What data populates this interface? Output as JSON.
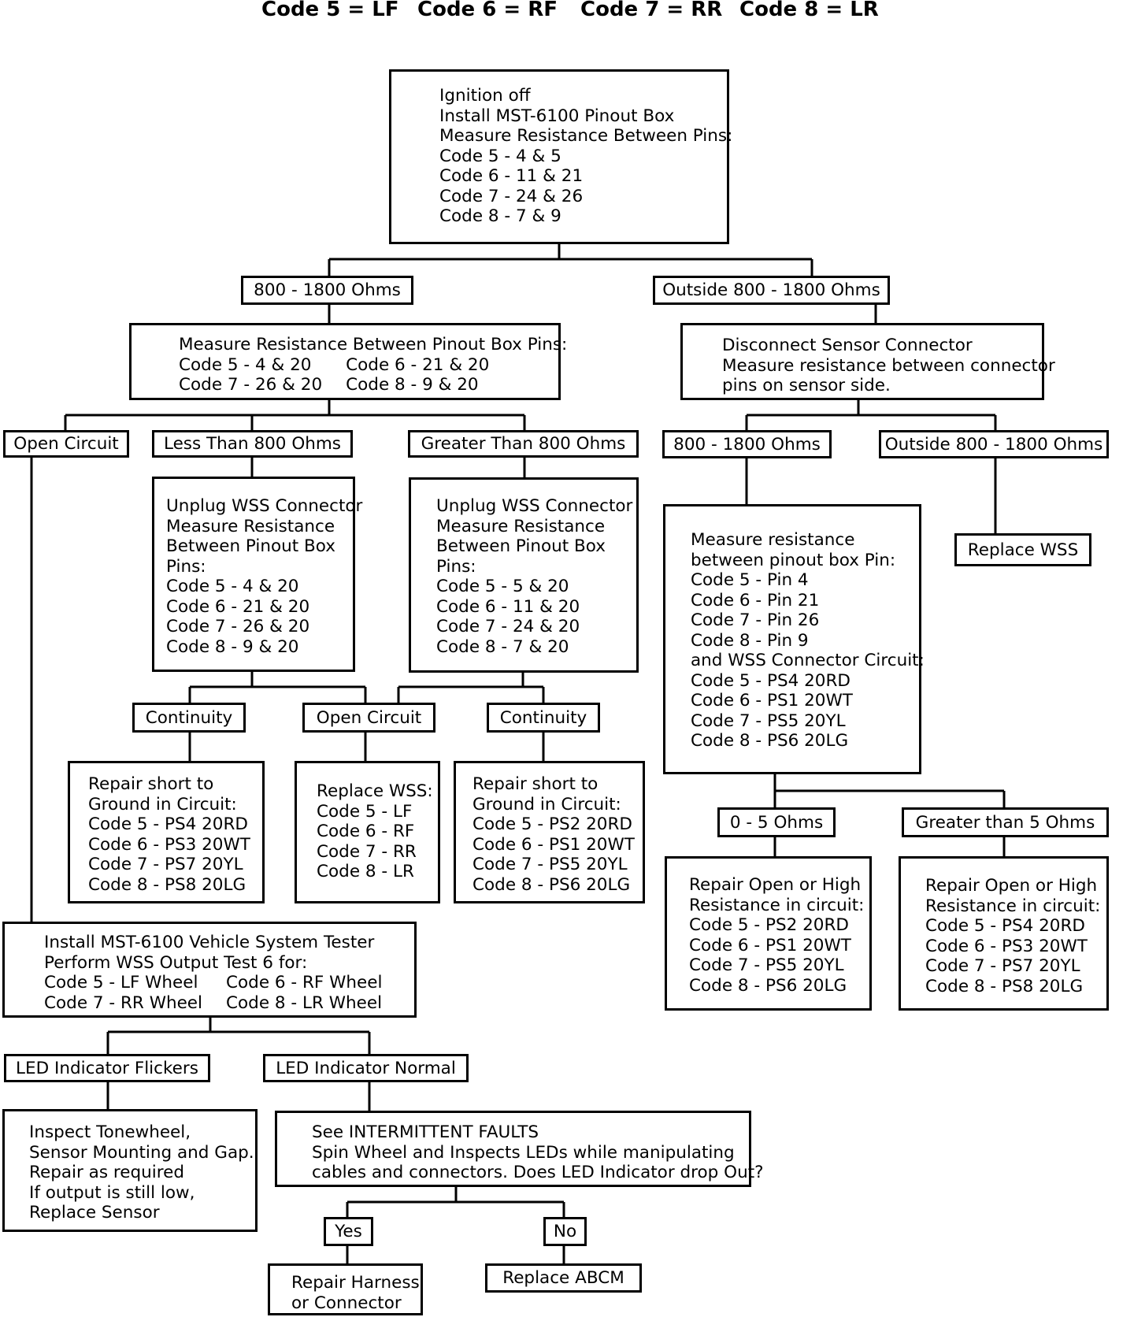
{
  "header": {
    "codes": [
      "Code 5 = LF",
      "Code 6 = RF",
      "Code 7 = RR",
      "Code 8 = LR"
    ]
  },
  "start": {
    "lines": [
      "Ignition off",
      "Install MST-6100 Pinout Box",
      "Measure Resistance Between Pins:",
      "Code 5 - 4 & 5",
      "Code 6 - 11 & 21",
      "Code 7 - 24 & 26",
      "Code 8 - 7 & 9"
    ]
  },
  "branch_in_range": {
    "label": "800 - 1800 Ohms"
  },
  "branch_out_range": {
    "label": "Outside 800 - 1800 Ohms"
  },
  "measure_pinout": {
    "title": "Measure Resistance Between Pinout Box Pins:",
    "codes": [
      "Code 5 - 4 & 20",
      "Code 6 - 21 & 20",
      "Code 7 - 26 & 20",
      "Code 8 - 9 & 20"
    ]
  },
  "disconnect_sensor": {
    "lines": [
      "Disconnect Sensor Connector",
      "Measure resistance between connector",
      "pins on sensor side."
    ]
  },
  "open_circuit_left": {
    "label": "Open Circuit"
  },
  "less_than_800": {
    "label": "Less Than 800 Ohms"
  },
  "greater_than_800": {
    "label": "Greater Than 800 Ohms"
  },
  "sensor_in_range": {
    "label": "800 - 1800 Ohms"
  },
  "sensor_out_range": {
    "label": "Outside 800 - 1800 Ohms"
  },
  "unplug_less": {
    "lines": [
      "Unplug WSS Connector",
      "Measure Resistance",
      "Between Pinout Box",
      "Pins:",
      "Code 5 - 4 & 20",
      "Code 6 - 21 & 20",
      "Code 7 - 26 & 20",
      "Code 8 - 9 & 20"
    ]
  },
  "unplug_greater": {
    "lines": [
      "Unplug WSS Connector",
      "Measure Resistance",
      "Between Pinout Box",
      "Pins:",
      "Code 5 - 5 & 20",
      "Code 6 - 11 & 20",
      "Code 7 - 24 & 20",
      "Code 8 - 7 & 20"
    ]
  },
  "measure_wss_circuit": {
    "lines": [
      "Measure resistance",
      "between pinout box Pin:",
      "Code 5 - Pin 4",
      "Code 6 - Pin 21",
      "Code 7 - Pin 26",
      "Code 8 - Pin 9",
      "and WSS Connector Circuit:",
      "Code 5 - PS4 20RD",
      "Code 6 - PS1 20WT",
      "Code 7 - PS5 20YL",
      "Code 8 - PS6 20LG"
    ]
  },
  "replace_wss_top": {
    "label": "Replace WSS"
  },
  "continuity_left": {
    "label": "Continuity"
  },
  "open_circuit_mid": {
    "label": "Open Circuit"
  },
  "continuity_right": {
    "label": "Continuity"
  },
  "repair_short_left": {
    "lines": [
      "Repair short to",
      "Ground in Circuit:",
      "Code 5 - PS4 20RD",
      "Code 6 - PS3 20WT",
      "Code 7 - PS7 20YL",
      "Code 8 - PS8 20LG"
    ]
  },
  "replace_wss_mid": {
    "lines": [
      "Replace WSS:",
      "Code 5 - LF",
      "Code 6 - RF",
      "Code 7 - RR",
      "Code 8 - LR"
    ]
  },
  "repair_short_right": {
    "lines": [
      "Repair short to",
      "Ground in Circuit:",
      "Code 5 - PS2 20RD",
      "Code 6 - PS1 20WT",
      "Code 7 - PS5 20YL",
      "Code 8 - PS6 20LG"
    ]
  },
  "zero_five_ohms": {
    "label": "0 - 5 Ohms"
  },
  "greater_five_ohms": {
    "label": "Greater than 5 Ohms"
  },
  "repair_open_left": {
    "lines": [
      "Repair Open or High",
      "Resistance in circuit:",
      "Code 5 - PS2 20RD",
      "Code 6 - PS1 20WT",
      "Code 7 - PS5 20YL",
      "Code 8 - PS6 20LG"
    ]
  },
  "repair_open_right": {
    "lines": [
      "Repair Open or High",
      "Resistance in circuit:",
      "Code 5 - PS4 20RD",
      "Code 6 - PS3 20WT",
      "Code 7 - PS7 20YL",
      "Code 8 - PS8 20LG"
    ]
  },
  "vehicle_tester": {
    "lines": [
      "Install MST-6100 Vehicle System Tester",
      "Perform WSS Output Test 6 for:"
    ],
    "codes": [
      "Code 5 - LF Wheel",
      "Code 6 - RF Wheel",
      "Code 7 - RR Wheel",
      "Code 8 - LR Wheel"
    ]
  },
  "led_flickers": {
    "label": "LED Indicator Flickers"
  },
  "led_normal": {
    "label": "LED Indicator Normal"
  },
  "inspect_tonewheel": {
    "lines": [
      "Inspect Tonewheel,",
      "Sensor Mounting and Gap.",
      "Repair as required",
      "If output is still low,",
      "Replace Sensor"
    ]
  },
  "intermittent": {
    "lines": [
      "See INTERMITTENT FAULTS",
      "Spin Wheel and Inspects LEDs while manipulating",
      "cables and connectors. Does LED Indicator drop Out?"
    ]
  },
  "answer_yes": {
    "label": "Yes"
  },
  "answer_no": {
    "label": "No"
  },
  "repair_harness": {
    "lines": [
      "Repair Harness",
      "or Connector"
    ]
  },
  "replace_abcm": {
    "label": "Replace ABCM"
  }
}
